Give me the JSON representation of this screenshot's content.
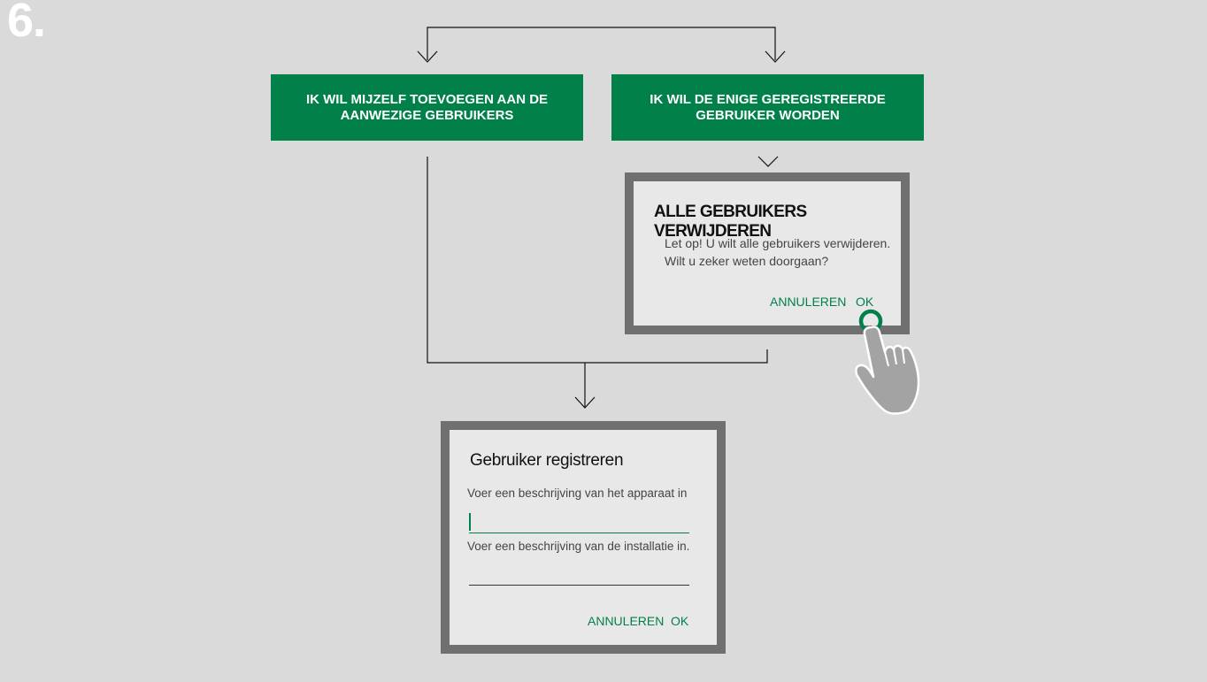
{
  "step": {
    "number": "6."
  },
  "options": {
    "left": "IK WIL MIJZELF TOEVOEGEN AAN DE\nAANWEZIGE GEBRUIKERS",
    "right": "IK WIL DE ENIGE GEREGISTREERDE\nGEBRUIKER WORDEN"
  },
  "delete_dialog": {
    "title": "ALLE GEBRUIKERS VERWIJDEREN",
    "message": "Let op! U wilt alle gebruikers verwijderen.\nWilt u zeker weten doorgaan?",
    "cancel_label": "ANNULEREN",
    "ok_label": "OK"
  },
  "register_dialog": {
    "title": "Gebruiker registreren",
    "device_label": "Voer een beschrijving van het apparaat in",
    "device_value": "",
    "installation_label": "Voer een beschrijving van de installatie in.",
    "installation_value": "",
    "cancel_label": "ANNULEREN",
    "ok_label": "OK"
  },
  "icons": {
    "touch_hand": "hand-pointer-icon",
    "tap_indicator": "tap-ring-icon"
  },
  "colors": {
    "background": "#dadada",
    "accent_green": "#02804a",
    "dialog_border": "#707070",
    "dialog_fill": "#e8e8e8"
  }
}
